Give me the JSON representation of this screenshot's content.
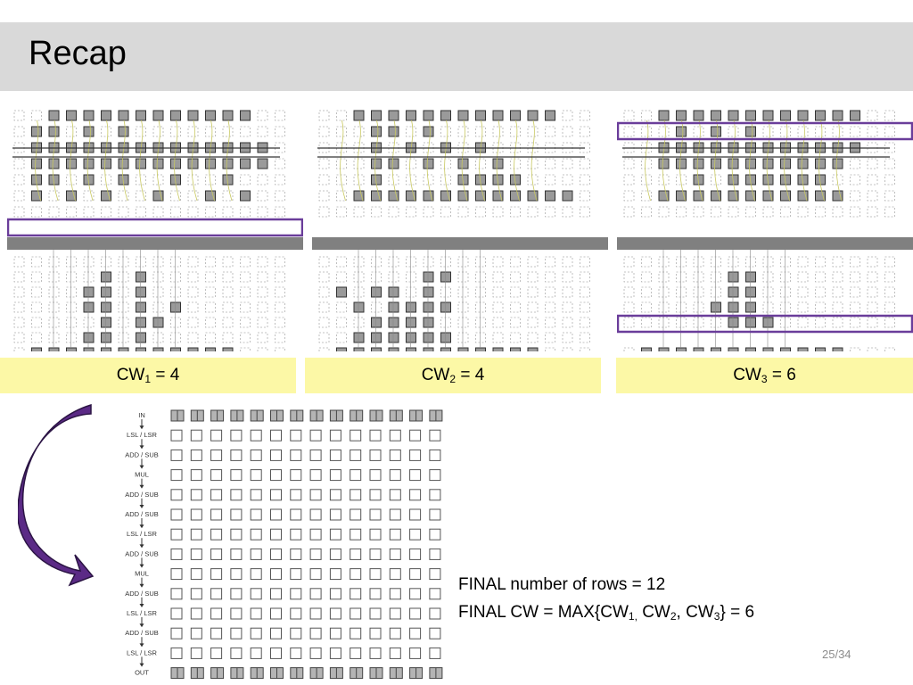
{
  "slide": {
    "title": "Recap",
    "page_number": "25/34"
  },
  "panels": [
    {
      "cw_prefix": "CW",
      "cw_sub": "1",
      "cw_suffix": " = 4"
    },
    {
      "cw_prefix": "CW",
      "cw_sub": "2",
      "cw_suffix": " = 4"
    },
    {
      "cw_prefix": "CW",
      "cw_sub": "3",
      "cw_suffix": " = 6"
    }
  ],
  "row_labels": [
    "IN",
    "LSL / LSR",
    "ADD / SUB",
    "MUL",
    "ADD / SUB",
    "ADD / SUB",
    "LSL / LSR",
    "ADD / SUB",
    "MUL",
    "ADD / SUB",
    "LSL / LSR",
    "ADD / SUB",
    "LSL / LSR",
    "OUT"
  ],
  "final": {
    "line1": "FINAL number of rows = 12",
    "line2_a": "FINAL CW = MAX{CW",
    "line2_sub1": "1,",
    "line2_b": " CW",
    "line2_sub2": "2",
    "line2_c": ", CW",
    "line2_sub3": "3",
    "line2_d": "} = 6"
  },
  "colors": {
    "title_bar": "#d9d9d9",
    "label_bg": "#fcf8a6",
    "highlight": "#6a3d9a",
    "arrow": "#5b2a86",
    "channel": "#808080",
    "wire": "#c8c860"
  }
}
